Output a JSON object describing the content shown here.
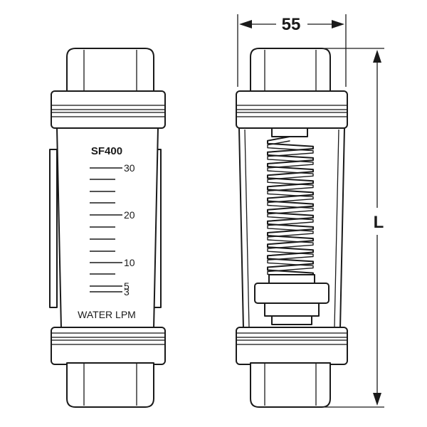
{
  "model_label": "SF400",
  "unit_label": "WATER LPM",
  "scale_ticks": [
    {
      "label": "30",
      "major": true
    },
    {
      "label": "",
      "major": false
    },
    {
      "label": "",
      "major": false
    },
    {
      "label": "",
      "major": false
    },
    {
      "label": "20",
      "major": true
    },
    {
      "label": "",
      "major": false
    },
    {
      "label": "",
      "major": false
    },
    {
      "label": "",
      "major": false
    },
    {
      "label": "10",
      "major": true
    },
    {
      "label": "",
      "major": false
    },
    {
      "label": "5",
      "major": true
    },
    {
      "label": "3",
      "major": true
    }
  ],
  "width_dimension": "55",
  "length_dimension": "L",
  "colors": {
    "line": "#1a1a1a",
    "background": "#ffffff"
  }
}
